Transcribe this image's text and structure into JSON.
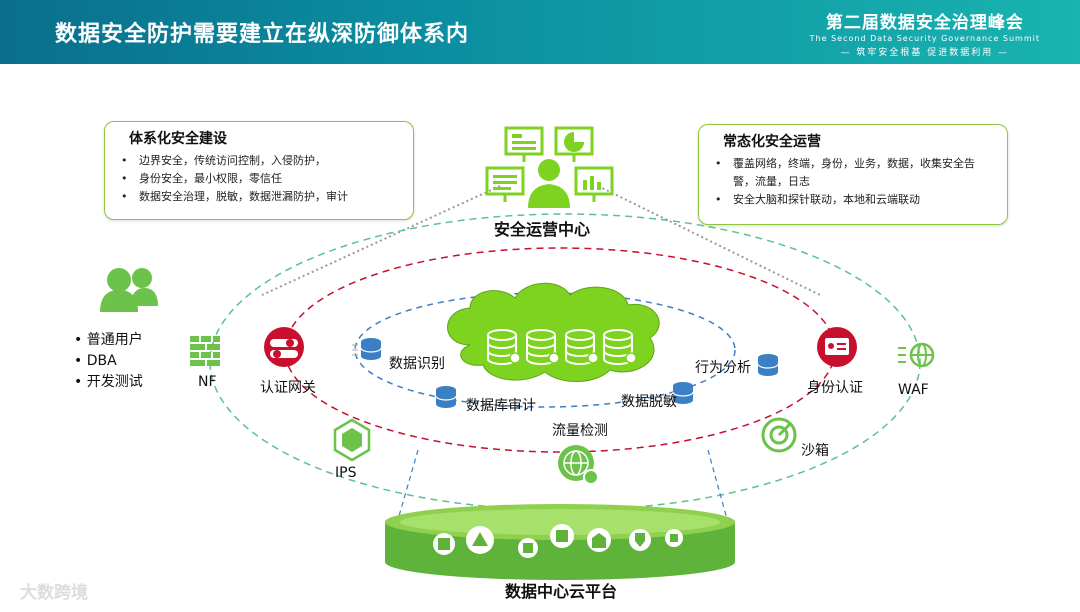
{
  "header": {
    "title": "数据安全防护需要建立在纵深防御体系内",
    "summit_cn": "第二届数据安全治理峰会",
    "summit_en": "The Second Data Security Governance Summit",
    "summit_slogan": "— 筑牢安全根基  促进数据利用 —"
  },
  "left_card": {
    "title": "体系化安全建设",
    "items": [
      "边界安全，传统访问控制，入侵防护，",
      "身份安全，最小权限，零信任",
      "数据安全治理，脱敏，数据泄漏防护，审计"
    ]
  },
  "right_card": {
    "title": "常态化安全运营",
    "items": [
      "覆盖网络，终端，身份，业务，数据，收集安全告警，流量，日志",
      "安全大脑和探针联动，本地和云端联动"
    ]
  },
  "center": {
    "soc_label": "安全运营中心"
  },
  "users": {
    "items": [
      "普通用户",
      "DBA",
      "开发测试"
    ]
  },
  "labels": {
    "nf": "NF",
    "auth_gateway": "认证网关",
    "data_identify": "数据识别",
    "db_audit": "数据库审计",
    "data_mask": "数据脱敏",
    "behavior_analysis": "行为分析",
    "identity_auth": "身份认证",
    "waf": "WAF",
    "ips": "IPS",
    "traffic_detect": "流量检测",
    "sandbox": "沙箱",
    "platform": "数据中心云平台"
  },
  "watermark": "大数跨境",
  "colors": {
    "header": "#0b8ea0",
    "green": "#6cc24a",
    "red": "#c8102e",
    "blue": "#3b7fc4"
  }
}
